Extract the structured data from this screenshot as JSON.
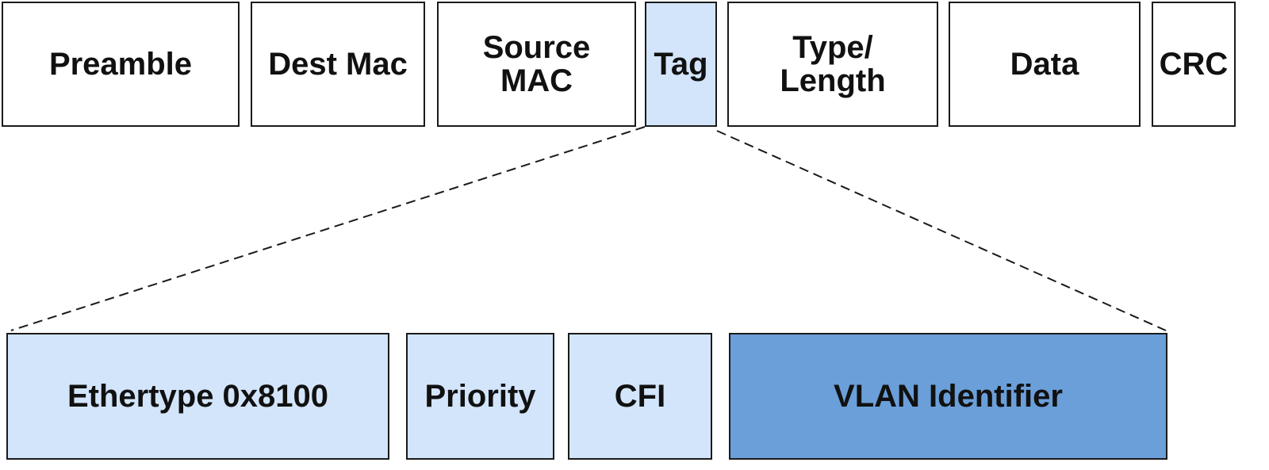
{
  "frame": {
    "fields": [
      {
        "id": "preamble",
        "label": "Preamble"
      },
      {
        "id": "dest-mac",
        "label": "Dest Mac"
      },
      {
        "id": "source-mac",
        "label": "Source\nMAC"
      },
      {
        "id": "tag",
        "label": "Tag"
      },
      {
        "id": "type-length",
        "label": "Type/\nLength"
      },
      {
        "id": "data",
        "label": "Data"
      },
      {
        "id": "crc",
        "label": "CRC"
      }
    ]
  },
  "tag_detail": {
    "fields": [
      {
        "id": "ethertype",
        "label": "Ethertype 0x8100"
      },
      {
        "id": "priority",
        "label": "Priority"
      },
      {
        "id": "cfi",
        "label": "CFI"
      },
      {
        "id": "vlan-identifier",
        "label": "VLAN Identifier"
      }
    ]
  },
  "colors": {
    "highlight_light": "#d3e5fb",
    "highlight_dark": "#6b9fd9",
    "border": "#1a1a1a"
  }
}
